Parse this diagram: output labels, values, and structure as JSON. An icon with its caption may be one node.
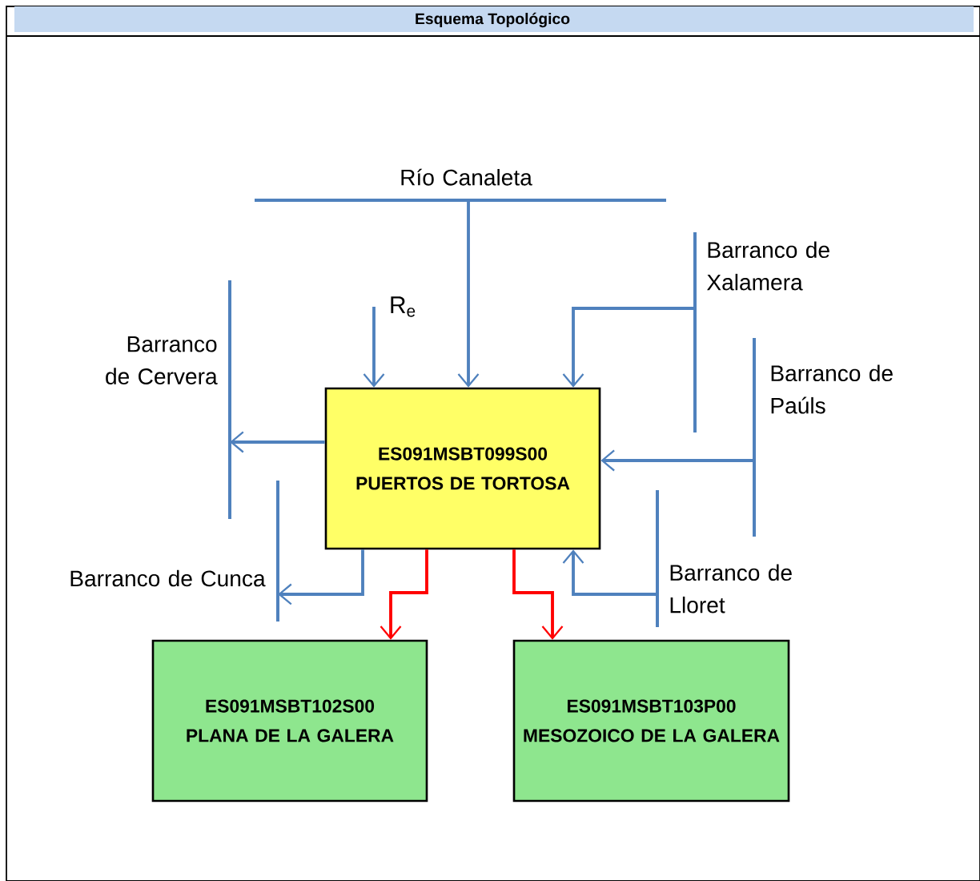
{
  "diagram": {
    "title": "Esquema Topológico",
    "nodes": [
      {
        "text": [
          "ES091MSBT099S00",
          "PUERTOS DE TORTOSA"
        ]
      },
      {
        "text": [
          "ES091MSBT102S00",
          "PLANA DE LA GALERA"
        ]
      },
      {
        "text": [
          "ES091MSBT103P00",
          "MESOZOICO DE LA GALERA"
        ]
      },
      {
        "text": [],
        "shape": "bar",
        "beside": [
          "Río Canaleta"
        ]
      },
      {
        "text": [],
        "shape": "bar",
        "beside": [
          "Barranco de Cervera"
        ]
      },
      {
        "text": [],
        "shape": "bar",
        "beside": [
          "Barranco de Cunca"
        ]
      },
      {
        "text": [],
        "shape": "bar",
        "beside": [
          "Barranco de Xalamera"
        ]
      },
      {
        "text": [],
        "shape": "bar",
        "beside": [
          "Barranco de Paúls"
        ]
      },
      {
        "text": [],
        "shape": "bar",
        "beside": [
          "Barranco de Lloret"
        ]
      },
      {
        "text": [
          "R$_{e}$"
        ]
      }
    ],
    "edges": [
      {
        "from": 3,
        "to": 0,
        "arrow": "to"
      },
      {
        "from": 9,
        "to": 0,
        "arrow": "to"
      },
      {
        "from": 6,
        "to": 0,
        "arrow": "to"
      },
      {
        "from": 0,
        "to": 4,
        "arrow": "to"
      },
      {
        "from": 0,
        "to": 5,
        "arrow": "to"
      },
      {
        "from": 7,
        "to": 0,
        "arrow": "to"
      },
      {
        "from": 8,
        "to": 0,
        "arrow": "to"
      },
      {
        "from": 0,
        "to": 1,
        "arrow": "to",
        "color": "#ff0000"
      },
      {
        "from": 0,
        "to": 2,
        "arrow": "to",
        "color": "#ff0000"
      }
    ]
  }
}
